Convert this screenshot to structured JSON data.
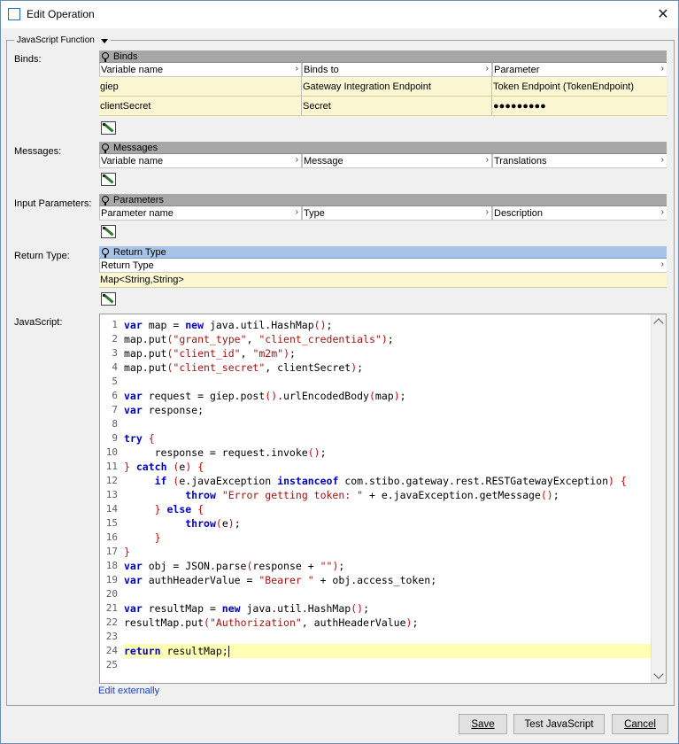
{
  "window": {
    "title": "Edit Operation"
  },
  "group": {
    "legend": "JavaScript Function"
  },
  "labels": {
    "binds": "Binds:",
    "messages": "Messages:",
    "input_parameters": "Input Parameters:",
    "return_type": "Return Type:",
    "javascript": "JavaScript:"
  },
  "binds": {
    "title": "Binds",
    "headers": [
      "Variable name",
      "Binds to",
      "Parameter"
    ],
    "rows": [
      [
        "giep",
        "Gateway Integration Endpoint",
        "Token Endpoint (TokenEndpoint)"
      ],
      [
        "clientSecret",
        "Secret",
        "●●●●●●●●●"
      ]
    ]
  },
  "messages": {
    "title": "Messages",
    "headers": [
      "Variable name",
      "Message",
      "Translations"
    ]
  },
  "parameters": {
    "title": "Parameters",
    "headers": [
      "Parameter name",
      "Type",
      "Description"
    ]
  },
  "return_type": {
    "title": "Return Type",
    "header": "Return Type",
    "value": "Map<String,String>"
  },
  "editor": {
    "line_numbers": [
      "1",
      "2",
      "3",
      "4",
      "5",
      "6",
      "7",
      "8",
      "9",
      "10",
      "11",
      "12",
      "13",
      "14",
      "15",
      "16",
      "17",
      "18",
      "19",
      "20",
      "21",
      "22",
      "23",
      "24",
      "25"
    ]
  },
  "edit_externally": "Edit externally",
  "buttons": {
    "save": "Save",
    "test": "Test JavaScript",
    "cancel": "Cancel"
  }
}
